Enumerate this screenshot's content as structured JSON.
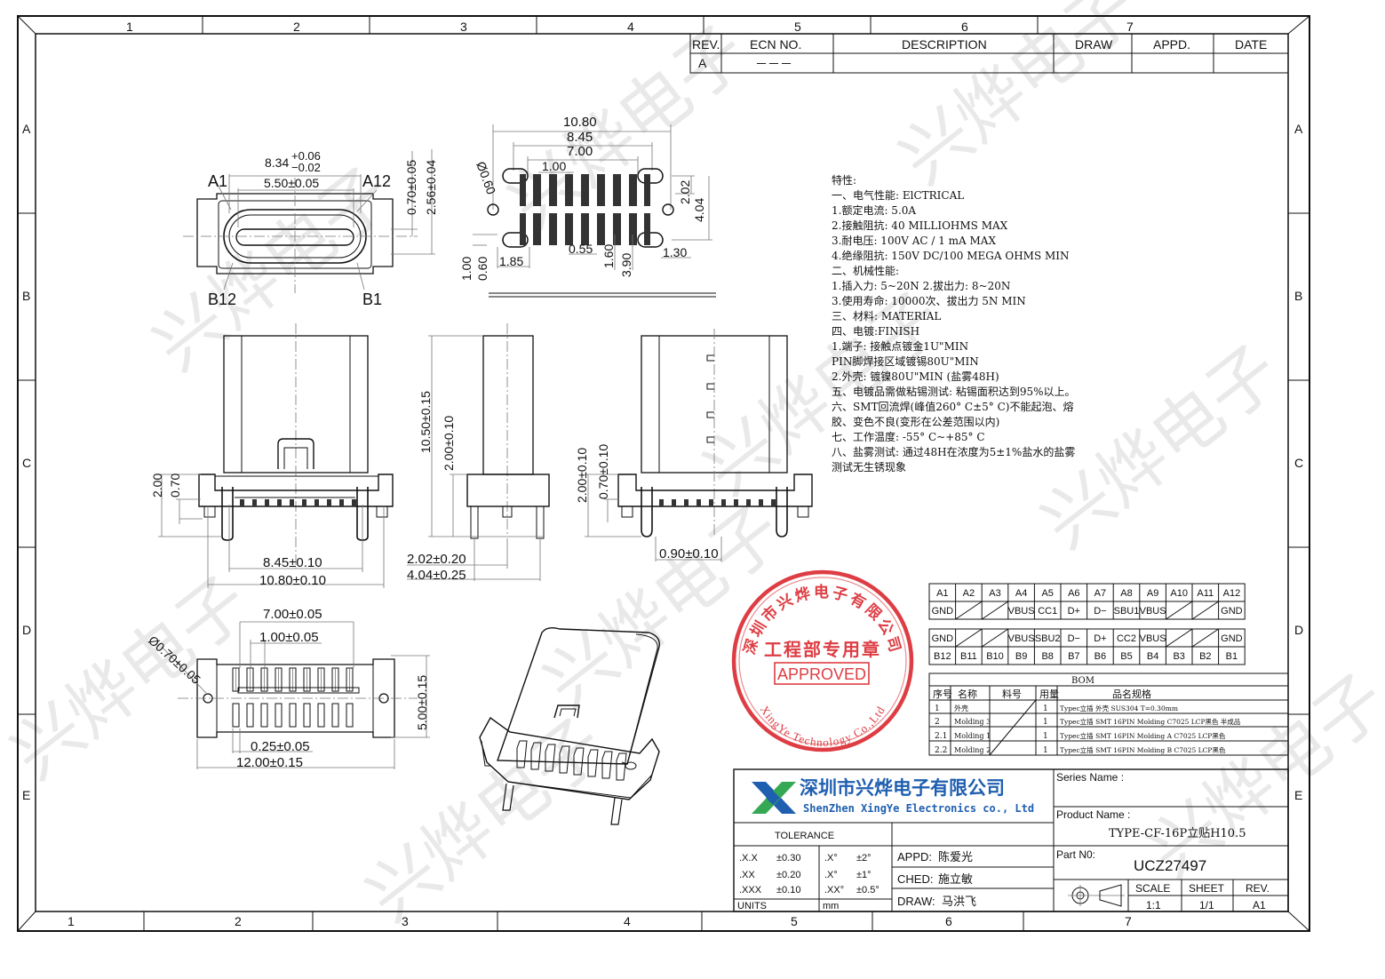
{
  "zone_cols_top": [
    "1",
    "2",
    "3",
    "4",
    "5",
    "6",
    "7"
  ],
  "zone_cols_bottom": [
    "1",
    "2",
    "3",
    "4",
    "5",
    "6",
    "7"
  ],
  "zone_rows": [
    "A",
    "B",
    "C",
    "D",
    "E"
  ],
  "revision_table": {
    "headers": [
      "REV.",
      "ECN  NO.",
      "DESCRIPTION",
      "DRAW",
      "APPD.",
      "DATE"
    ],
    "row": [
      "A",
      "－－－",
      "",
      "",
      "",
      ""
    ]
  },
  "dims": {
    "top_view": {
      "width_main": "8.34",
      "tol_plus": "+0.06",
      "tol_minus": "−0.02",
      "inner_width": "5.50±0.05",
      "label_a1": "A1",
      "label_a12": "A12",
      "label_b12": "B12",
      "label_b1": "B1",
      "h1": "0.70±0.05",
      "h2": "2.56±0.04"
    },
    "footprint": {
      "w_outer": "10.80",
      "w_mid": "8.45",
      "w_inner": "7.00",
      "pitch": "1.00",
      "hole_dia": "Ø0.60",
      "d_202": "2.02",
      "d_404": "4.04",
      "d_100": "1.00",
      "d_060": "0.60",
      "d_185": "1.85",
      "d_055": "0.55",
      "d_160": "1.60",
      "d_390": "3.90",
      "d_130": "1.30"
    },
    "front": {
      "h_200": "2.00",
      "h_070": "0.70",
      "w_845": "8.45±0.10",
      "w_1080": "10.80±0.10"
    },
    "side": {
      "h_1050": "10.50±0.15",
      "h_200": "2.00±0.10",
      "w_202": "2.02±0.20",
      "w_404": "4.04±0.25"
    },
    "right": {
      "h_200": "2.00±0.10",
      "h_070": "0.70±0.10",
      "w_090": "0.90±0.10"
    },
    "bottom": {
      "w_700": "7.00±0.05",
      "w_100": "1.00±0.05",
      "dia": "Ø0.70±0.05",
      "h_500": "5.00±0.15",
      "w_025": "0.25±0.05",
      "w_1200": "12.00±0.15"
    }
  },
  "specs": [
    "特性:",
    "一、电气性能: ElCTRICAL",
    "  1.额定电流: 5.0A",
    "  2.接触阻抗: 40 MILLIOHMS MAX",
    "  3.耐电压: 100V AC / 1 mA MAX",
    "  4.绝缘阻抗: 150V DC/100 MEGA OHMS MIN",
    "二、机械性能:",
    "  1.插入力: 5~20N  2.拔出力: 8~20N",
    "  3.使用寿命: 10000次、拔出力 5N MIN",
    "三、材料: MATERIAL",
    "四、电镀:FINISH",
    "  1.端子: 接触点镀金1U\"MIN",
    "          PIN脚焊接区域镀锡80U\"MIN",
    "  2.外壳: 镀镍80U\"MIN (盐雾48H)",
    "五、电镀品需做粘锡测试: 粘锡面积达到95%以上。",
    "六、SMT回流焊(峰值260° C±5° C)不能起泡、熔",
    "    胶、变色不良(变形在公差范围以内)",
    "七、工作温度: -55° C~+85° C",
    "八、盐雾测试: 通过48H在浓度为5±1%盐水的盐雾",
    "    测试无生锈现象"
  ],
  "pin_table": {
    "row_a": [
      "A1",
      "A2",
      "A3",
      "A4",
      "A5",
      "A6",
      "A7",
      "A8",
      "A9",
      "A10",
      "A11",
      "A12"
    ],
    "row_a_sig": [
      "GND",
      "",
      "",
      "VBUS",
      "CC1",
      "D+",
      "D−",
      "SBU1",
      "VBUS",
      "",
      "",
      "GND"
    ],
    "row_b_sig": [
      "GND",
      "",
      "",
      "VBUS",
      "SBU2",
      "D−",
      "D+",
      "CC2",
      "VBUS",
      "",
      "",
      "GND"
    ],
    "row_b": [
      "B12",
      "B11",
      "B10",
      "B9",
      "B8",
      "B7",
      "B6",
      "B5",
      "B4",
      "B3",
      "B2",
      "B1"
    ]
  },
  "bom": {
    "title": "BOM",
    "headers": [
      "序号",
      "名称",
      "料号",
      "用量",
      "品名规格"
    ],
    "rows": [
      [
        "1",
        "外壳",
        "",
        "1",
        "Typec立插 外壳 SUS304 T=0.30mm"
      ],
      [
        "2",
        "Molding 3",
        "",
        "1",
        "Typec立插 SMT 16PIN Molding C7025 LCP黑色 半成品"
      ],
      [
        "2.1",
        "Molding 1",
        "",
        "1",
        "Typec立插 SMT 16PIN Molding A C7025 LCP黑色"
      ],
      [
        "2.2",
        "Molding 2",
        "",
        "1",
        "Typec立插 SMT 16PIN Molding B C7025 LCP黑色"
      ]
    ]
  },
  "stamp": {
    "top_text": "深圳市兴烨电子有限公司",
    "middle_text": "工程部专用章",
    "approved": "APPROVED",
    "bottom_text": "XingYe Technology Co.,Ltd"
  },
  "title_block": {
    "company_cn": "深圳市兴烨电子有限公司",
    "company_en": "ShenZhen XingYe Electronics co., Ltd",
    "tolerance_label": "TOLERANCE",
    "tolerances": [
      [
        ".X.X",
        "±0.30",
        ".X°",
        "±2°"
      ],
      [
        ".XX",
        "±0.20",
        ".X°",
        "±1°"
      ],
      [
        ".XXX",
        "±0.10",
        ".XX°",
        "±0.5°"
      ]
    ],
    "units_label": "UNITS",
    "units": "mm",
    "appd_label": "APPD:",
    "appd": "陈爱光",
    "ched_label": "CHED:",
    "ched": "施立敏",
    "draw_label": "DRAW:",
    "draw": "马洪飞",
    "series_label": "Series Name :",
    "series": "",
    "product_label": "Product Name :",
    "product": "TYPE-CF-16P立贴H10.5",
    "part_label": "Part N0:",
    "part": "UCZ27497",
    "scale_label": "SCALE",
    "scale": "1:1",
    "sheet_label": "SHEET",
    "sheet": "1/1",
    "rev_label": "REV.",
    "rev": "A1"
  },
  "watermark": "兴烨电子",
  "colors": {
    "stamp": "#d9232a",
    "logo_blue": "#1f5fb0",
    "logo_green": "#35a853"
  }
}
